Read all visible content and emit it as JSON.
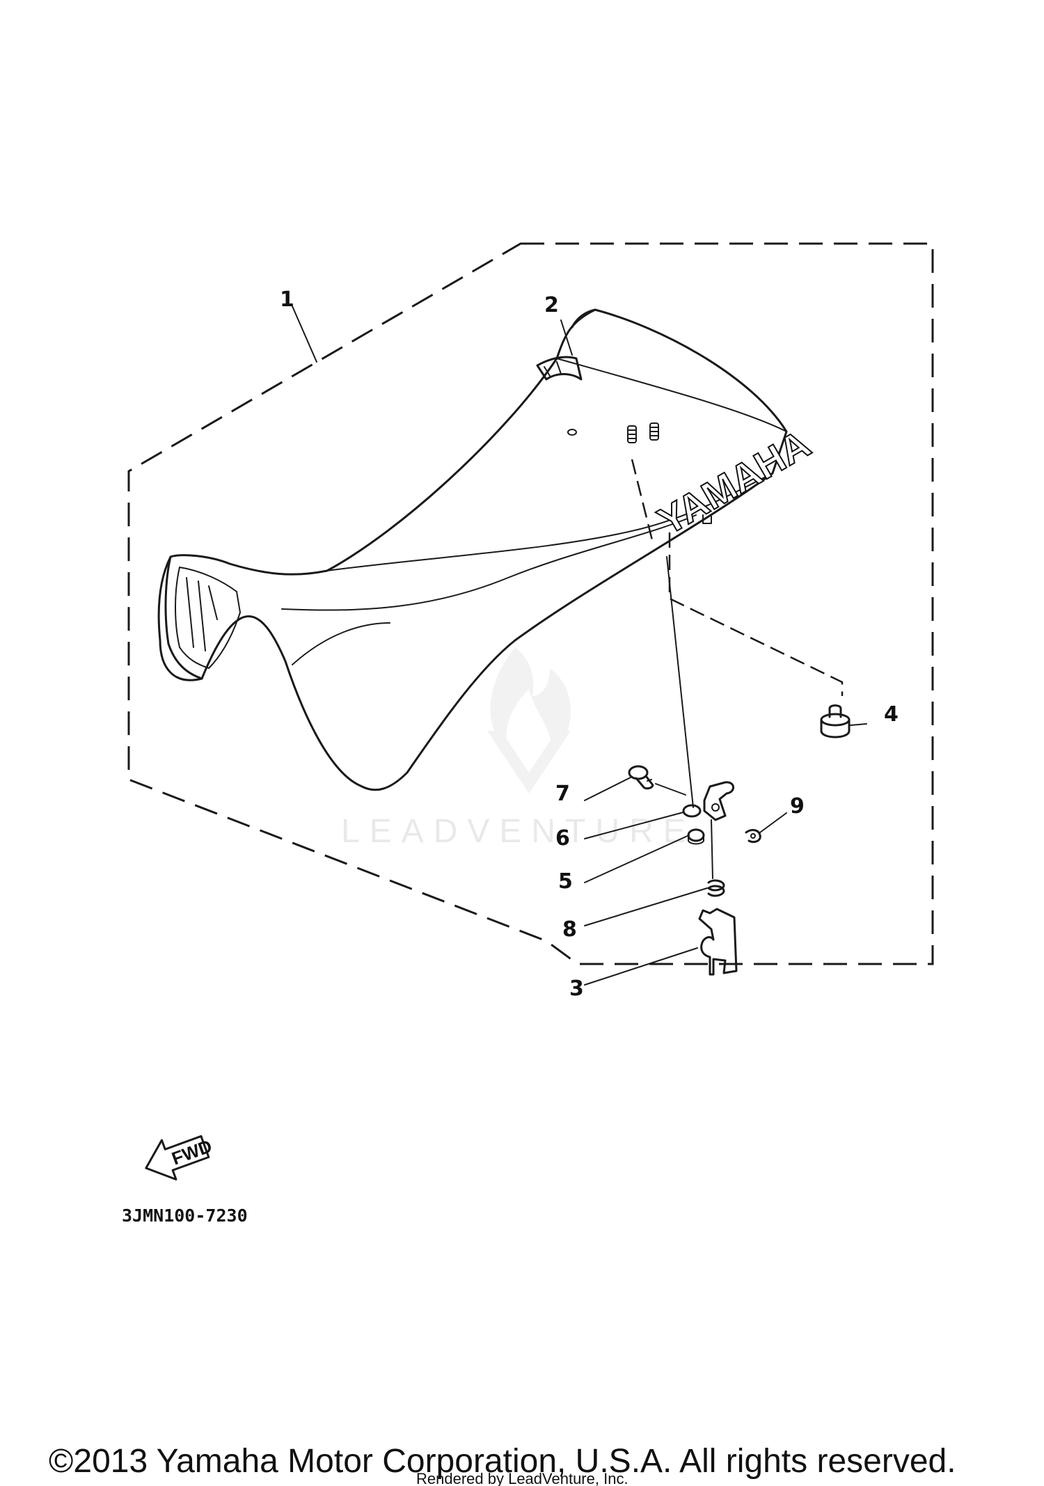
{
  "callouts": [
    "1",
    "2",
    "3",
    "4",
    "5",
    "6",
    "7",
    "8",
    "9"
  ],
  "seat_brand_text": "YAMAHA",
  "fwd_label": "FWD",
  "part_code": "3JMN100-7230",
  "watermark_text": "LEADVENTURE",
  "copyright": "©2013 Yamaha Motor Corporation, U.S.A. All rights reserved.",
  "rendered_by": "Rendered by LeadVenture, Inc."
}
